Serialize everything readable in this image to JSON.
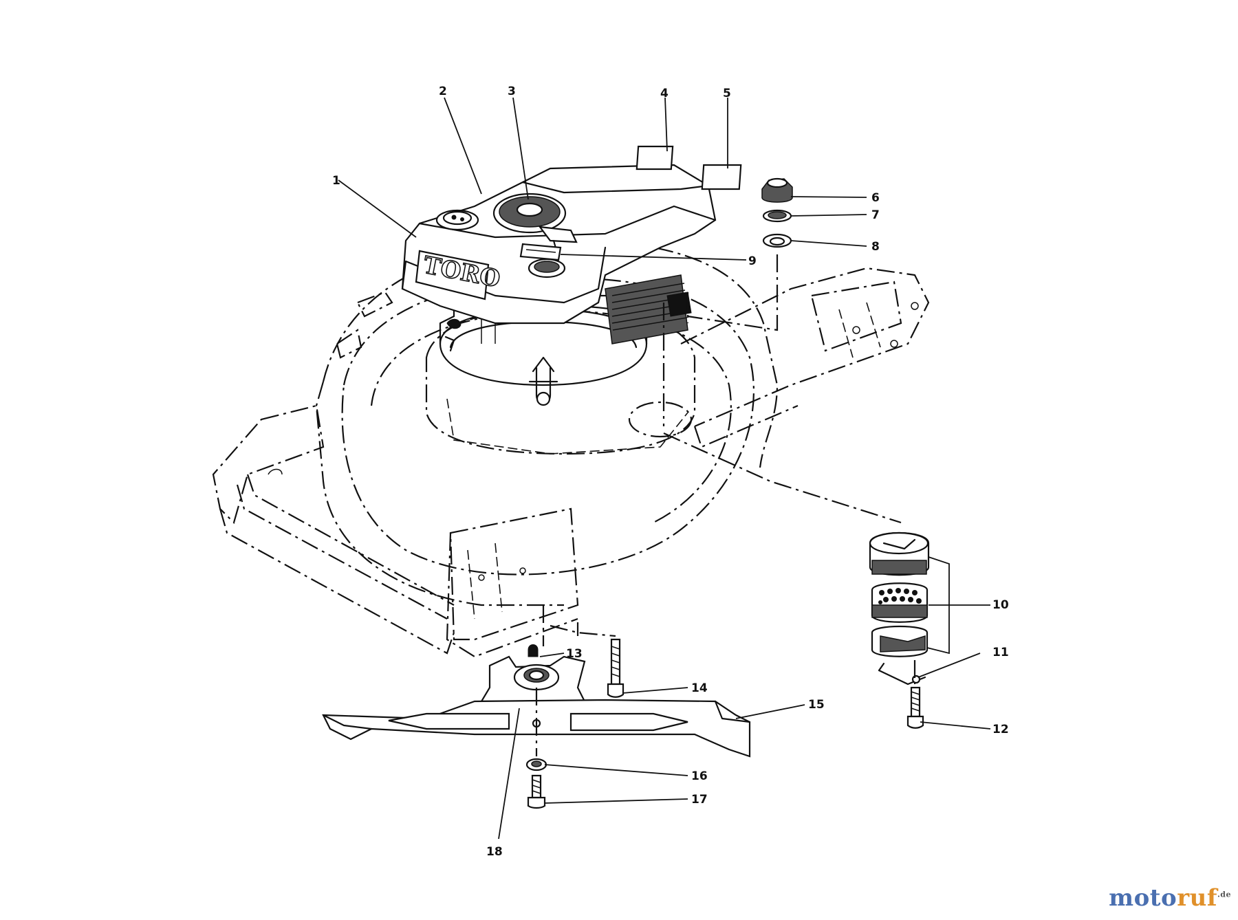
{
  "diagram": {
    "callouts": [
      "1",
      "2",
      "3",
      "4",
      "5",
      "6",
      "7",
      "8",
      "9",
      "10",
      "11",
      "12",
      "13",
      "14",
      "15",
      "16",
      "17",
      "18"
    ],
    "housing_brand": "TORO"
  },
  "watermark": {
    "part1": "moto",
    "part2": "ruf",
    "suffix": ".de"
  }
}
